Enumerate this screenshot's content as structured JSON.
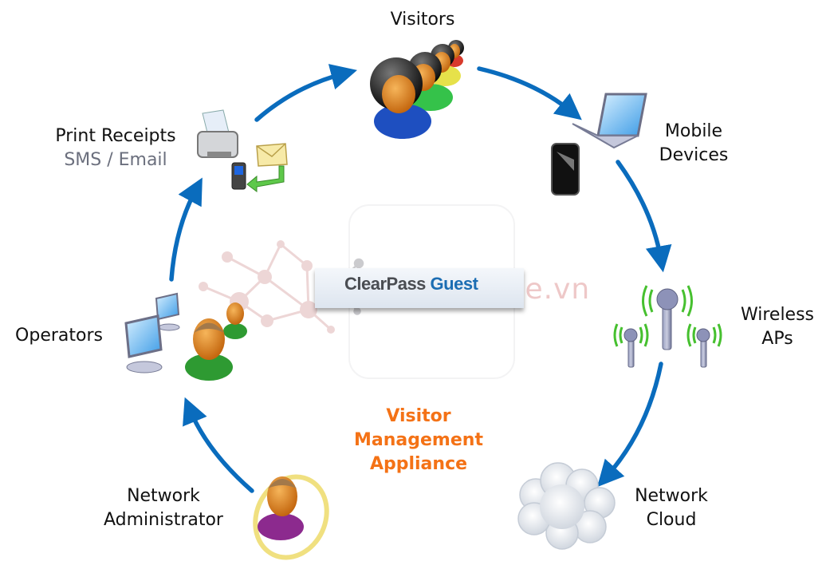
{
  "diagram": {
    "center": {
      "logo": {
        "primary": "ClearPass",
        "accent": "Guest"
      },
      "title_lines": [
        "Visitor",
        "Management",
        "Appliance"
      ],
      "watermark": "securityzone.vn"
    },
    "nodes": [
      {
        "id": "visitors",
        "lines": [
          "Visitors"
        ],
        "icon": "visitors-group-icon"
      },
      {
        "id": "mobile-devices",
        "lines": [
          "Mobile",
          "Devices"
        ],
        "icon": "laptop-smartphone-icon"
      },
      {
        "id": "wireless-aps",
        "lines": [
          "Wireless",
          "APs"
        ],
        "icon": "wireless-antenna-icon"
      },
      {
        "id": "network-cloud",
        "lines": [
          "Network",
          "Cloud"
        ],
        "icon": "cloud-icon"
      },
      {
        "id": "network-administrator",
        "lines": [
          "Network",
          "Administrator"
        ],
        "icon": "admin-user-icon"
      },
      {
        "id": "operators",
        "lines": [
          "Operators"
        ],
        "icon": "operators-workstation-icon"
      },
      {
        "id": "print-receipts",
        "lines": [
          "Print Receipts"
        ],
        "sublabel": "SMS / Email",
        "icon": "printer-sms-email-icon"
      }
    ],
    "edges": [
      {
        "from": "print-receipts",
        "to": "visitors"
      },
      {
        "from": "visitors",
        "to": "mobile-devices"
      },
      {
        "from": "mobile-devices",
        "to": "wireless-aps"
      },
      {
        "from": "wireless-aps",
        "to": "network-cloud"
      },
      {
        "from": "network-administrator",
        "to": "operators"
      },
      {
        "from": "operators",
        "to": "print-receipts"
      }
    ],
    "colors": {
      "arrow": "#0a6cbd",
      "center_title": "#f47216",
      "logo_accent": "#1b6db3",
      "logo_primary": "#4a4d52",
      "sublabel": "#6b6f7d"
    }
  }
}
